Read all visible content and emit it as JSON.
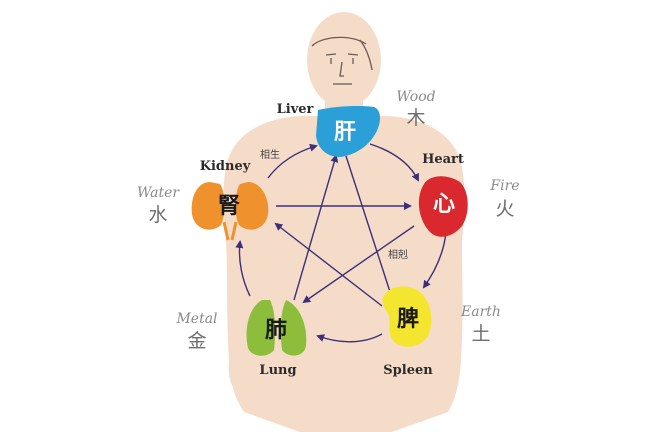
{
  "organs": {
    "liver": {
      "en": "Liver",
      "cn": "肝",
      "color": "#2a9fd8"
    },
    "heart": {
      "en": "Heart",
      "cn": "心",
      "color": "#d9282e"
    },
    "spleen": {
      "en": "Spleen",
      "cn": "脾",
      "color": "#f4e62e"
    },
    "lung": {
      "en": "Lung",
      "cn": "肺",
      "color": "#8cbe3c"
    },
    "kidney": {
      "en": "Kidney",
      "cn": "腎",
      "color": "#ef922e"
    }
  },
  "elements": {
    "wood": {
      "en": "Wood",
      "cn": "木"
    },
    "fire": {
      "en": "Fire",
      "cn": "火"
    },
    "earth": {
      "en": "Earth",
      "cn": "土"
    },
    "metal": {
      "en": "Metal",
      "cn": "金"
    },
    "water": {
      "en": "Water",
      "cn": "水"
    }
  },
  "cycles": {
    "generating": "相生",
    "controlling": "相剋"
  },
  "colors": {
    "body": "#f5dcc8",
    "arrow": "#3e2f7a"
  }
}
